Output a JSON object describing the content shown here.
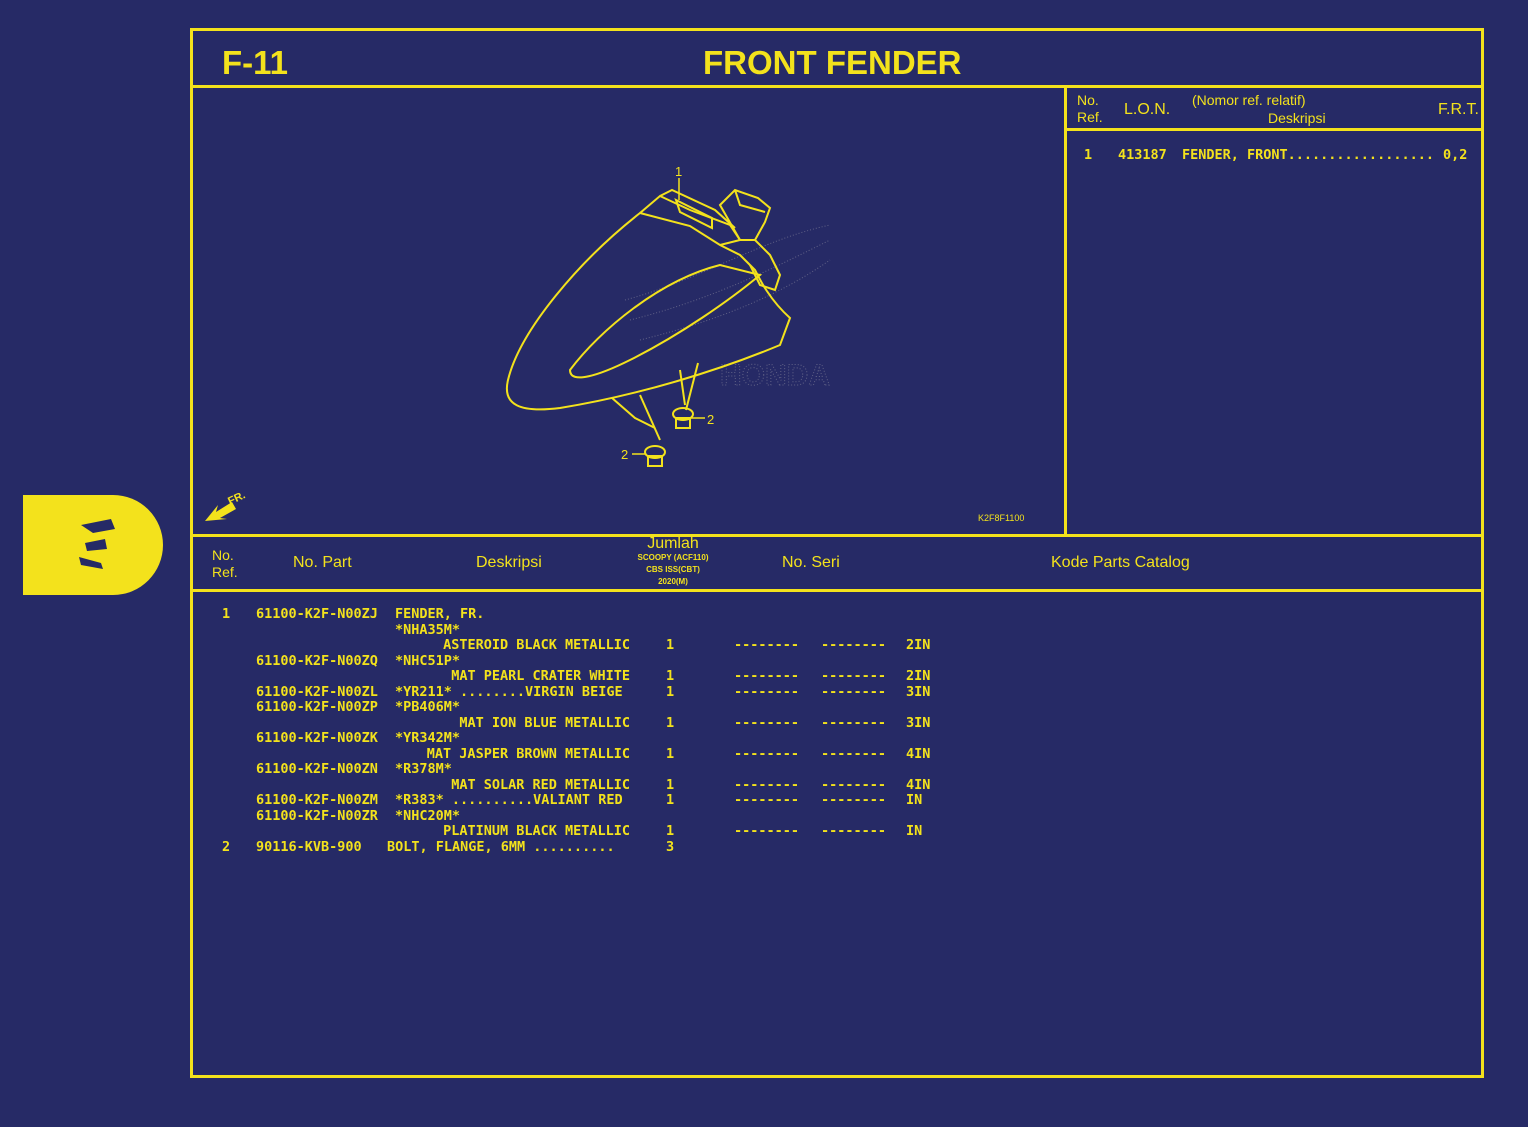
{
  "header": {
    "code": "F-11",
    "title": "FRONT FENDER"
  },
  "lon_table": {
    "headers": {
      "no_ref": [
        "No.",
        "Ref."
      ],
      "lon": "L.O.N.",
      "desc_top": "(Nomor ref. relatif)",
      "desc_bottom": "Deskripsi",
      "frt": "F.R.T."
    },
    "rows": [
      {
        "ref": "1",
        "lon": "413187",
        "desc": "FENDER, FRONT..................",
        "frt": "0,2"
      }
    ]
  },
  "diagram": {
    "callouts": [
      "1",
      "2",
      "2"
    ],
    "direction_label": "FR.",
    "diagram_code": "K2F8F1100"
  },
  "parts_table": {
    "headers": {
      "no_ref": [
        "No.",
        "Ref."
      ],
      "part_no": "No. Part",
      "desc": "Deskripsi",
      "qty_title": "Jumlah",
      "qty_sub": [
        "SCOOPY (ACF110)",
        "CBS ISS(CBT)",
        "2020(M)"
      ],
      "serial": "No. Seri",
      "catalog": "Kode Parts Catalog"
    },
    "rows": [
      {
        "ref": "1",
        "part": "61100-K2F-N00ZJ",
        "desc": "FENDER, FR.",
        "qty": "",
        "s1": "",
        "s2": "",
        "code": ""
      },
      {
        "ref": "",
        "part": "",
        "desc": "*NHA35M*",
        "qty": "",
        "s1": "",
        "s2": "",
        "code": ""
      },
      {
        "ref": "",
        "part": "",
        "desc": "ASTEROID BLACK METALLIC",
        "qty": "1",
        "s1": "--------",
        "s2": "--------",
        "code": "2IN"
      },
      {
        "ref": "",
        "part": "61100-K2F-N00ZQ",
        "desc": "*NHC51P*",
        "qty": "",
        "s1": "",
        "s2": "",
        "code": ""
      },
      {
        "ref": "",
        "part": "",
        "desc": "MAT PEARL CRATER WHITE",
        "qty": "1",
        "s1": "--------",
        "s2": "--------",
        "code": "2IN"
      },
      {
        "ref": "",
        "part": "61100-K2F-N00ZL",
        "desc": "*YR211* ........VIRGIN BEIGE",
        "qty": "1",
        "s1": "--------",
        "s2": "--------",
        "code": "3IN"
      },
      {
        "ref": "",
        "part": "61100-K2F-N00ZP",
        "desc": "*PB406M*",
        "qty": "",
        "s1": "",
        "s2": "",
        "code": ""
      },
      {
        "ref": "",
        "part": "",
        "desc": "MAT ION BLUE METALLIC",
        "qty": "1",
        "s1": "--------",
        "s2": "--------",
        "code": "3IN"
      },
      {
        "ref": "",
        "part": "61100-K2F-N00ZK",
        "desc": "*YR342M*",
        "qty": "",
        "s1": "",
        "s2": "",
        "code": ""
      },
      {
        "ref": "",
        "part": "",
        "desc": "MAT JASPER BROWN METALLIC",
        "qty": "1",
        "s1": "--------",
        "s2": "--------",
        "code": "4IN"
      },
      {
        "ref": "",
        "part": "61100-K2F-N00ZN",
        "desc": "*R378M*",
        "qty": "",
        "s1": "",
        "s2": "",
        "code": ""
      },
      {
        "ref": "",
        "part": "",
        "desc": "MAT SOLAR RED METALLIC",
        "qty": "1",
        "s1": "--------",
        "s2": "--------",
        "code": "4IN"
      },
      {
        "ref": "",
        "part": "61100-K2F-N00ZM",
        "desc": "*R383* ..........VALIANT RED",
        "qty": "1",
        "s1": "--------",
        "s2": "--------",
        "code": "IN"
      },
      {
        "ref": "",
        "part": "61100-K2F-N00ZR",
        "desc": "*NHC20M*",
        "qty": "",
        "s1": "",
        "s2": "",
        "code": ""
      },
      {
        "ref": "",
        "part": "",
        "desc": "PLATINUM BLACK METALLIC",
        "qty": "1",
        "s1": "--------",
        "s2": "--------",
        "code": "IN"
      },
      {
        "ref": "2",
        "part": "90116-KVB-900",
        "desc": "BOLT, FLANGE, 6MM ..........",
        "qty": "3",
        "s1": "",
        "s2": "",
        "code": ""
      }
    ]
  },
  "colors": {
    "background": "#262a66",
    "ink": "#f3e21c"
  }
}
